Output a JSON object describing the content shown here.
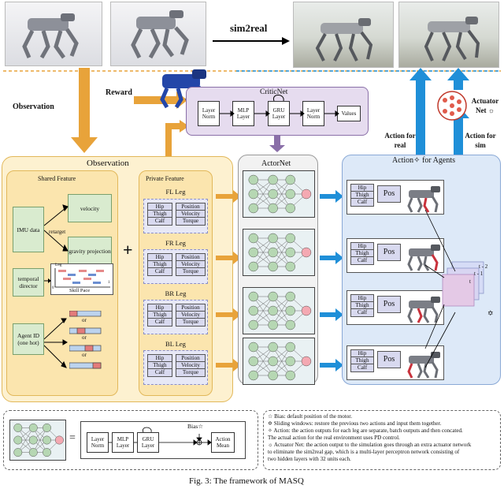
{
  "top": {
    "sim2real": "sim2real",
    "reward": "Reward",
    "observation_arrow": "Observation"
  },
  "critic": {
    "title": "CriticNet",
    "layers": [
      "Layer Norm",
      "MLP Layer",
      "GRU Layer",
      "Layer Norm",
      "Values"
    ]
  },
  "actor": {
    "title": "ActorNet"
  },
  "observation": {
    "title": "Observation",
    "shared_title": "Shared Feature",
    "imu": "IMU data",
    "retarget": "retarget",
    "velocity": "velocity",
    "gravity": "gravity projection",
    "temporal": "temporal director",
    "leg_label": "Leg",
    "skill_pace": "Skill Pace",
    "pace_ticks": [
      "0",
      "1"
    ],
    "agent_id": "Agent ID (one hot)",
    "or": "or",
    "private_title": "Private Feature",
    "plus": "+",
    "legs": [
      {
        "name": "FL Leg",
        "left": [
          "Hip",
          "Thigh",
          "Calf"
        ],
        "right": [
          "Position",
          "Velocity",
          "Torque"
        ]
      },
      {
        "name": "FR Leg",
        "left": [
          "Hip",
          "Thigh",
          "Calf"
        ],
        "right": [
          "Position",
          "Velocity",
          "Torque"
        ]
      },
      {
        "name": "BR Leg",
        "left": [
          "Hip",
          "Thigh",
          "Calf"
        ],
        "right": [
          "Position",
          "Velocity",
          "Torque"
        ]
      },
      {
        "name": "BL Leg",
        "left": [
          "Hip",
          "Thigh",
          "Calf"
        ],
        "right": [
          "Position",
          "Velocity",
          "Torque"
        ]
      }
    ]
  },
  "agents": {
    "title": "Action✧ for Agents",
    "joints": [
      "Hip",
      "Thigh",
      "Calf"
    ],
    "pos": "Pos",
    "window_labels": [
      "t - 2",
      "t - 1",
      "t"
    ],
    "sliding_symbol": "✡"
  },
  "right_arrows": {
    "action_real": "Action for real",
    "action_sim": "Action for sim",
    "actuator_net": "Actuator Net ☼"
  },
  "legend": {
    "layers": [
      "Layer Norm",
      "MLP Layer",
      "GRU Layer",
      "Action Mean"
    ],
    "equals": "=",
    "bias": "Bias☆",
    "notes": [
      "☆  Bias: default position of the motor.",
      "✡  Sliding windows: restore the previous two actions and input them together.",
      "✧  Action: the action outputs for each leg are separate, batch outputs and then concated.",
      "     The actual action for the real environment uses PD control.",
      "☼  Actuator Net: the action output to the simulation goes through an extra actuator network",
      "     to eliminate the sim2real gap, which is a multi-layer perceptron network consisting of",
      "     two hidden layers with 32 units each."
    ]
  },
  "caption": "Fig. 3: The framework of MASQ",
  "colors": {
    "orange_arrow": "#e8a33a",
    "blue_arrow": "#1f8fd8",
    "observation_bg": "#fdf1d0",
    "critic_bg": "#e6dcef",
    "agents_bg": "#dde9f8",
    "pink_node": "#f4a9b2"
  }
}
